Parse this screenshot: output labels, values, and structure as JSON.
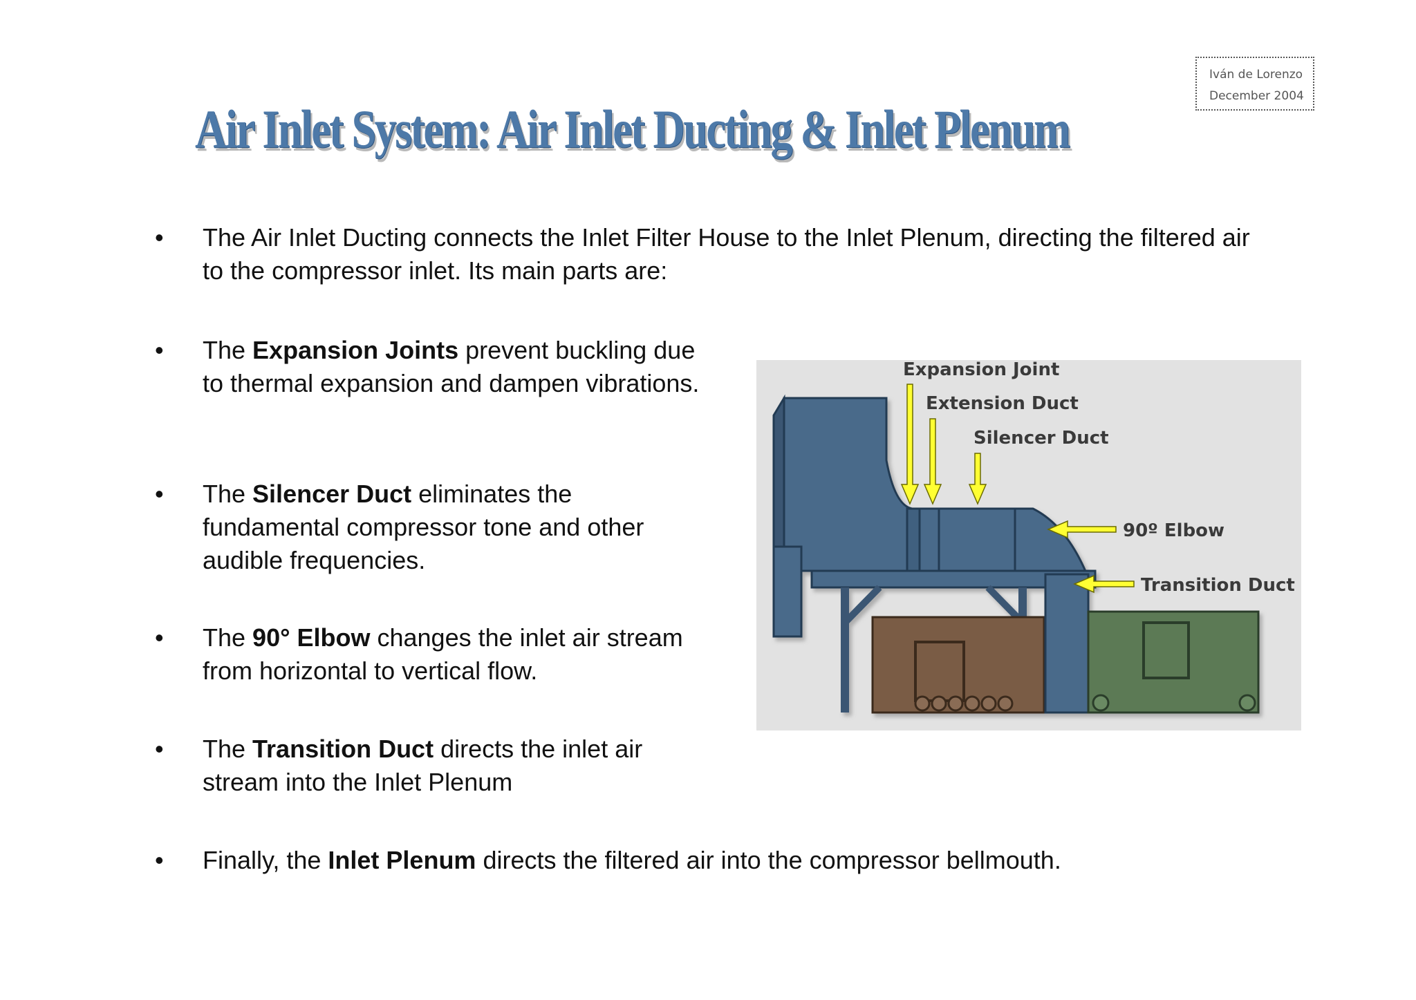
{
  "author": {
    "name": "Iván de Lorenzo",
    "date": "December 2004"
  },
  "title": "Air Inlet System: Air Inlet Ducting & Inlet Plenum",
  "bullets": [
    {
      "pre": "The Air Inlet Ducting connects the Inlet Filter House to the Inlet Plenum, directing the filtered air to the compressor inlet. Its main parts are:",
      "bold": "",
      "post": ""
    },
    {
      "pre": "The ",
      "bold": "Expansion Joints",
      "post": " prevent buckling due to thermal expansion and dampen vibrations."
    },
    {
      "pre": "The ",
      "bold": "Silencer Duct",
      "post": " eliminates the fundamental compressor tone and other audible frequencies."
    },
    {
      "pre": "The ",
      "bold": "90° Elbow",
      "post": " changes the inlet air stream from horizontal to vertical flow."
    },
    {
      "pre": "The ",
      "bold": "Transition Duct",
      "post": " directs the inlet air stream into the Inlet Plenum"
    },
    {
      "pre": "Finally, the ",
      "bold": "Inlet Plenum",
      "post": " directs the filtered air into the compressor bellmouth."
    }
  ],
  "bullet_symbol": "•",
  "figure": {
    "labels": {
      "expansion_joint": "Expansion Joint",
      "extension_duct": "Extension Duct",
      "silencer_duct": "Silencer Duct",
      "elbow": "90º Elbow",
      "transition_duct": "Transition Duct"
    },
    "colors": {
      "duct": "#4a6a8a",
      "filter_house": "#7a5c44",
      "turbine": "#5b7a55",
      "arrow": "#ffff33",
      "background": "#e2e2e2"
    }
  }
}
